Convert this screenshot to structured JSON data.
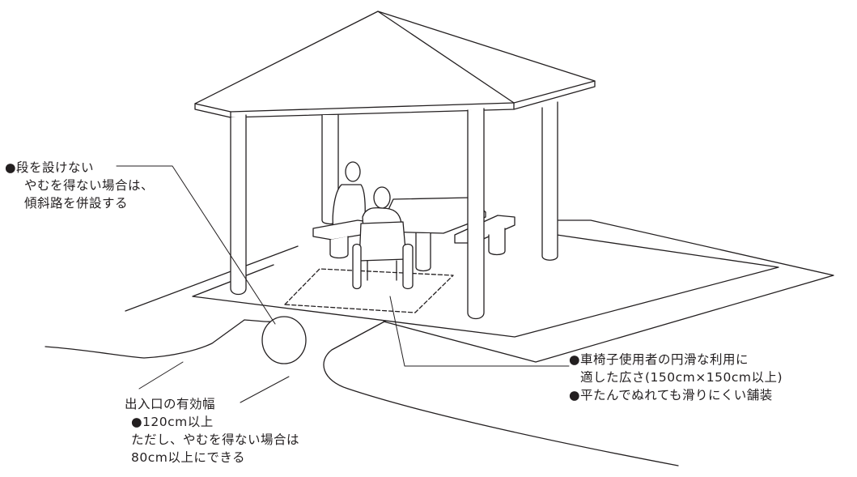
{
  "notes": {
    "step": {
      "line1": "●段を設けない",
      "line2": "やむを得ない場合は、",
      "line3": "傾斜路を併設する"
    },
    "space": {
      "line1": "●車椅子使用者の円滑な利用に",
      "line2": "適した広さ(150cm×150cm以上)",
      "line3": "●平たんでぬれても滑りにくい舗装"
    },
    "entrance": {
      "title": "出入口の有効幅",
      "line1": "●120cm以上",
      "line2": "ただし、やむを得ない場合は",
      "line3": "80cm以上にできる"
    }
  }
}
